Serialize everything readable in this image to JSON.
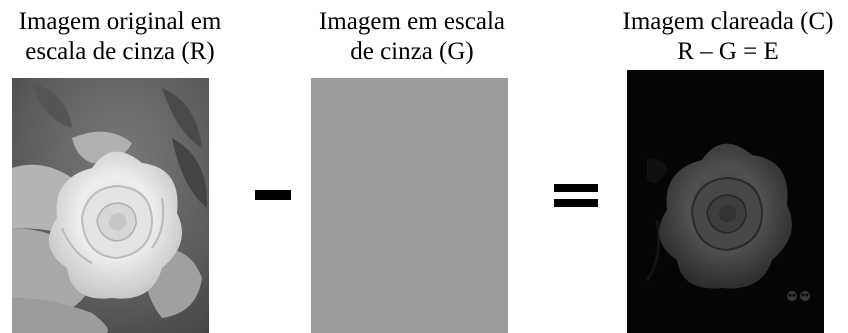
{
  "panels": [
    {
      "caption_line1": "Imagem original em",
      "caption_line2": "escala de cinza (R)"
    },
    {
      "caption_line1": "Imagem em escala",
      "caption_line2": "de cinza (G)"
    },
    {
      "caption_line1": "Imagem clareada (C)",
      "caption_line2": "R – G = E"
    }
  ],
  "operators": {
    "minus": "minus",
    "equals": "equals"
  },
  "colors": {
    "uniform_gray": "#9b9b9b",
    "dark_background": "#050505"
  }
}
